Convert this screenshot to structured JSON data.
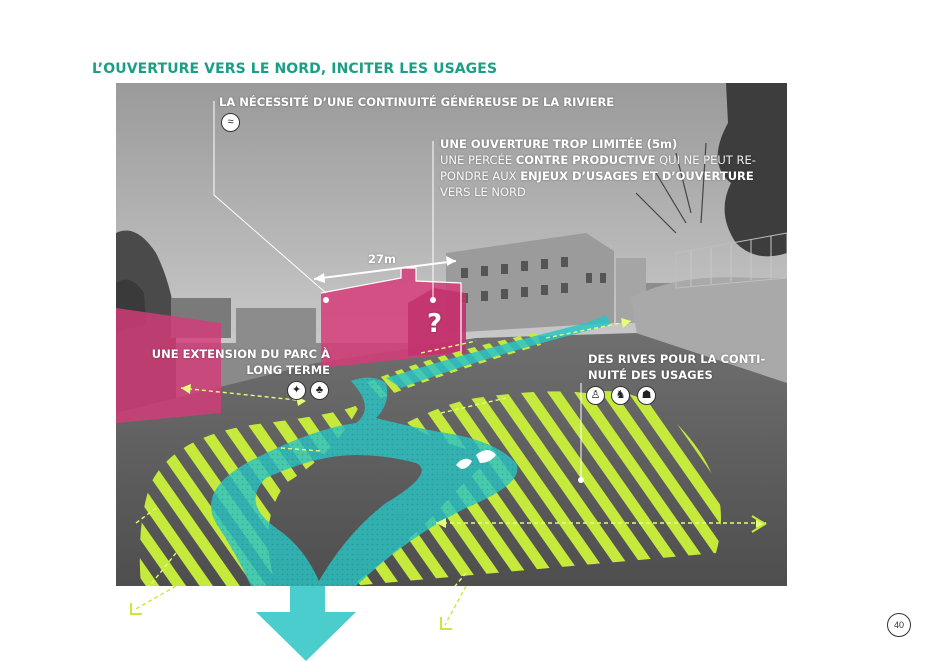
{
  "page": {
    "title": "L’OUVERTURE VERS LE NORD, INCITER LES USAGES",
    "page_number": "40"
  },
  "annotations": {
    "continuity": "LA NÉCESSITÉ D’UNE CONTINUITÉ GÉNÉREUSE DE LA RIVIERE",
    "opening_title": "UNE OUVERTURE TROP LIMITÉE (5m)",
    "opening_l2a": "UNE PERCÉE ",
    "opening_l2b": "CONTRE PRODUCTIVE",
    "opening_l2c": " QUI NE PEUT RE-",
    "opening_l3a": "PONDRE AUX ",
    "opening_l3b": "ENJEUX D’USAGES ET D’OUVERTURE",
    "opening_l4": "VERS LE NORD",
    "width_label": "27m",
    "question_mark": "?",
    "park_l1": "UNE EXTENSION DU PARC À",
    "park_l2": "LONG TERME",
    "banks_l1": "DES RIVES POUR LA CONTI-",
    "banks_l2": "NUITÉ DES USAGES"
  },
  "icons": {
    "water": "water-waves-icon",
    "bird": "bird-icon",
    "trees": "trees-icon",
    "pedestrian": "pedestrian-icon",
    "dog_walk": "dog-walk-icon",
    "recline": "recline-icon"
  },
  "colors": {
    "title": "#1a9e85",
    "river": "#2bc4c4",
    "bank_stripes": "#c6ea3c",
    "buildings_highlight": "#d63c7a"
  }
}
